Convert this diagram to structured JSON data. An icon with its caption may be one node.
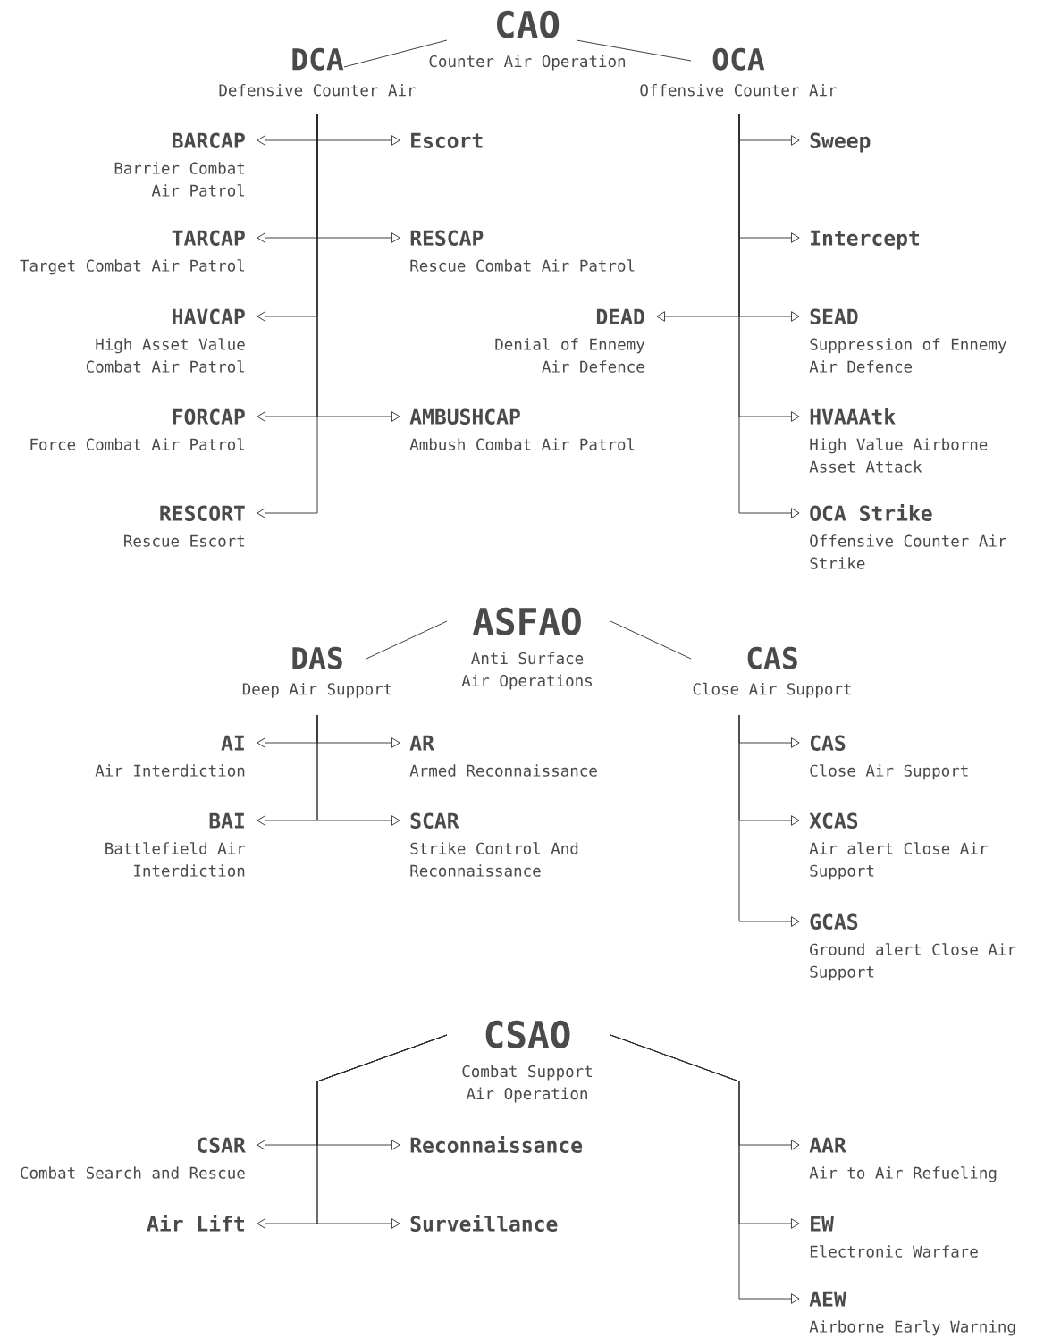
{
  "diagram": {
    "nodes": [
      {
        "text": [
          "CAO",
          "Counter Air Operation"
        ]
      },
      {
        "text": [
          "DCA",
          "Defensive Counter Air"
        ]
      },
      {
        "text": [
          "OCA",
          "Offensive Counter Air"
        ]
      },
      {
        "text": [
          "BARCAP",
          "Barrier Combat Air Patrol"
        ]
      },
      {
        "text": [
          "Escort"
        ]
      },
      {
        "text": [
          "TARCAP",
          "Target Combat Air Patrol"
        ]
      },
      {
        "text": [
          "RESCAP",
          "Rescue Combat Air Patrol"
        ]
      },
      {
        "text": [
          "HAVCAP",
          "High Asset Value Combat Air Patrol"
        ]
      },
      {
        "text": [
          "FORCAP",
          "Force Combat Air Patrol"
        ]
      },
      {
        "text": [
          "AMBUSHCAP",
          "Ambush Combat Air Patrol"
        ]
      },
      {
        "text": [
          "RESCORT",
          "Rescue Escort"
        ]
      },
      {
        "text": [
          "Sweep"
        ]
      },
      {
        "text": [
          "Intercept"
        ]
      },
      {
        "text": [
          "DEAD",
          "Denial of Ennemy Air Defence"
        ]
      },
      {
        "text": [
          "SEAD",
          "Suppression of Ennemy Air Defence"
        ]
      },
      {
        "text": [
          "HVAAAtk",
          "High Value Airborne Asset Attack"
        ]
      },
      {
        "text": [
          "OCA Strike",
          "Offensive Counter Air Strike"
        ]
      },
      {
        "text": [
          "ASFAO",
          "Anti Surface Air Operations"
        ]
      },
      {
        "text": [
          "DAS",
          "Deep Air Support"
        ]
      },
      {
        "text": [
          "CAS",
          "Close Air Support"
        ]
      },
      {
        "text": [
          "AI",
          "Air Interdiction"
        ]
      },
      {
        "text": [
          "AR",
          "Armed Reconnaissance"
        ]
      },
      {
        "text": [
          "BAI",
          "Battlefield Air Interdiction"
        ]
      },
      {
        "text": [
          "SCAR",
          "Strike Control And Reconnaissance"
        ]
      },
      {
        "text": [
          "CAS",
          "Close Air Support"
        ]
      },
      {
        "text": [
          "XCAS",
          "Air alert Close Air Support"
        ]
      },
      {
        "text": [
          "GCAS",
          "Ground alert Close Air Support"
        ]
      },
      {
        "text": [
          "CSAO",
          "Combat Support Air Operation"
        ]
      },
      {
        "text": [
          "CSAR",
          "Combat Search and Rescue"
        ]
      },
      {
        "text": [
          "Reconnaissance"
        ]
      },
      {
        "text": [
          "Air Lift"
        ]
      },
      {
        "text": [
          "Surveillance"
        ]
      },
      {
        "text": [
          "AAR",
          "Air to Air Refueling"
        ]
      },
      {
        "text": [
          "EW",
          "Electronic Warfare"
        ]
      },
      {
        "text": [
          "AEW",
          "Airborne Early Warning"
        ]
      }
    ],
    "edges": [
      {
        "from": 0,
        "to": 1,
        "arrow": "none"
      },
      {
        "from": 0,
        "to": 2,
        "arrow": "none"
      },
      {
        "from": 1,
        "to": 3,
        "arrow": "to"
      },
      {
        "from": 1,
        "to": 4,
        "arrow": "to"
      },
      {
        "from": 1,
        "to": 5,
        "arrow": "to"
      },
      {
        "from": 1,
        "to": 6,
        "arrow": "to"
      },
      {
        "from": 1,
        "to": 7,
        "arrow": "to"
      },
      {
        "from": 1,
        "to": 8,
        "arrow": "to"
      },
      {
        "from": 1,
        "to": 9,
        "arrow": "to"
      },
      {
        "from": 1,
        "to": 10,
        "arrow": "to"
      },
      {
        "from": 2,
        "to": 11,
        "arrow": "to"
      },
      {
        "from": 2,
        "to": 12,
        "arrow": "to"
      },
      {
        "from": 2,
        "to": 13,
        "arrow": "to"
      },
      {
        "from": 2,
        "to": 14,
        "arrow": "to"
      },
      {
        "from": 2,
        "to": 15,
        "arrow": "to"
      },
      {
        "from": 2,
        "to": 16,
        "arrow": "to"
      },
      {
        "from": 17,
        "to": 18,
        "arrow": "none"
      },
      {
        "from": 17,
        "to": 19,
        "arrow": "none"
      },
      {
        "from": 18,
        "to": 20,
        "arrow": "to"
      },
      {
        "from": 18,
        "to": 21,
        "arrow": "to"
      },
      {
        "from": 18,
        "to": 22,
        "arrow": "to"
      },
      {
        "from": 18,
        "to": 23,
        "arrow": "to"
      },
      {
        "from": 19,
        "to": 24,
        "arrow": "to"
      },
      {
        "from": 19,
        "to": 25,
        "arrow": "to"
      },
      {
        "from": 19,
        "to": 26,
        "arrow": "to"
      },
      {
        "from": 27,
        "to": 28,
        "arrow": "to"
      },
      {
        "from": 27,
        "to": 29,
        "arrow": "to"
      },
      {
        "from": 27,
        "to": 30,
        "arrow": "to"
      },
      {
        "from": 27,
        "to": 31,
        "arrow": "to"
      },
      {
        "from": 27,
        "to": 32,
        "arrow": "to"
      },
      {
        "from": 27,
        "to": 33,
        "arrow": "to"
      },
      {
        "from": 27,
        "to": 34,
        "arrow": "to"
      }
    ]
  }
}
